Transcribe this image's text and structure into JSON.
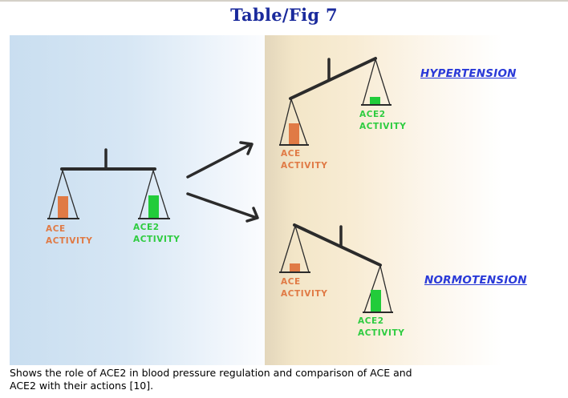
{
  "title": "Table/Fig 7",
  "colors": {
    "title": "#1a2a9c",
    "ace": "#e07a45",
    "ace2": "#2ecc40",
    "condition": "#2a3ad8",
    "beam": "#2b2b2b"
  },
  "baseline": {
    "ace_label_line1": "ACE",
    "ace_label_line2": "ACTIVITY",
    "ace2_label_line1": "ACE2",
    "ace2_label_line2": "ACTIVITY",
    "balance_state": "balanced",
    "ace_level": "equal",
    "ace2_level": "equal"
  },
  "hypertension": {
    "condition_label": "HYPERTENSION",
    "ace_label_line1": "ACE",
    "ace_label_line2": "ACTIVITY",
    "ace2_label_line1": "ACE2",
    "ace2_label_line2": "ACTIVITY",
    "balance_state": "tilted toward ACE",
    "ace_level": "high",
    "ace2_level": "low"
  },
  "normotension": {
    "condition_label": "NORMOTENSION",
    "ace_label_line1": "ACE",
    "ace_label_line2": "ACTIVITY",
    "ace2_label_line1": "ACE2",
    "ace2_label_line2": "ACTIVITY",
    "balance_state": "tilted toward ACE2",
    "ace_level": "low",
    "ace2_level": "high"
  },
  "caption": {
    "line1": "Shows the role of ACE2 in blood pressure regulation and comparison of ACE and",
    "line2": "ACE2 with their actions [10]."
  },
  "icons": [
    "balance-scale-icon",
    "arrow-up-right-icon",
    "arrow-down-right-icon"
  ]
}
